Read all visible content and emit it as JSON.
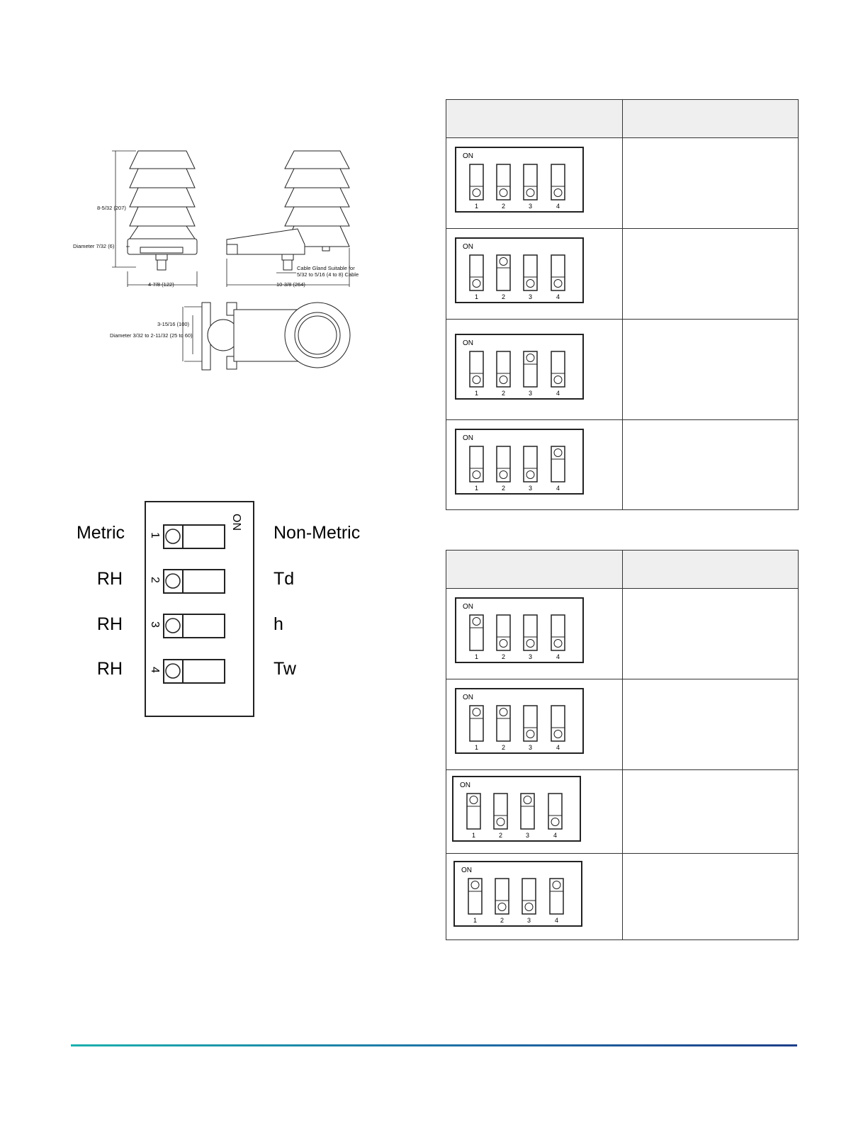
{
  "dimension_drawing": {
    "labels": {
      "height": "8-5/32 (207)",
      "hole_diameter": "Diameter 7/32 (6)",
      "base_width": "4-7/8 (122)",
      "depth": "10-3/8 (264)",
      "cable_gland_line1": "Cable Gland Suitable for",
      "cable_gland_line2": "5/32 to 5/16 (4 to 8) Cable",
      "mount_height": "3-15/16 (100)",
      "pipe_diameter": "Diameter 3/32 to 2-11/32 (25 to 60)"
    }
  },
  "switch_legend": {
    "on_label": "ON",
    "rows": [
      {
        "number": "1",
        "off_label": "Metric",
        "on_label": "Non-Metric"
      },
      {
        "number": "2",
        "off_label": "RH",
        "on_label": "Td"
      },
      {
        "number": "3",
        "off_label": "RH",
        "on_label": "h"
      },
      {
        "number": "4",
        "off_label": "RH",
        "on_label": "Tw"
      }
    ]
  },
  "table_top": {
    "header": [
      "",
      ""
    ],
    "rows": [
      {
        "switches": [
          false,
          false,
          false,
          false
        ],
        "description": ""
      },
      {
        "switches": [
          false,
          true,
          false,
          false
        ],
        "description": ""
      },
      {
        "switches": [
          false,
          false,
          true,
          false
        ],
        "description": ""
      },
      {
        "switches": [
          false,
          false,
          false,
          true
        ],
        "description": ""
      }
    ]
  },
  "table_bottom": {
    "header": [
      "",
      ""
    ],
    "rows": [
      {
        "switches": [
          true,
          false,
          false,
          false
        ],
        "description": ""
      },
      {
        "switches": [
          true,
          true,
          false,
          false
        ],
        "description": ""
      },
      {
        "switches": [
          true,
          false,
          true,
          false
        ],
        "description": ""
      },
      {
        "switches": [
          true,
          false,
          false,
          true
        ],
        "description": ""
      }
    ]
  },
  "dip_labels": {
    "on": "ON",
    "numbers": [
      "1",
      "2",
      "3",
      "4"
    ]
  },
  "colors": {
    "footer_rule_start": "#1bb0ae",
    "footer_rule_end": "#1d3f8a",
    "table_header_bg": "#efefef"
  }
}
